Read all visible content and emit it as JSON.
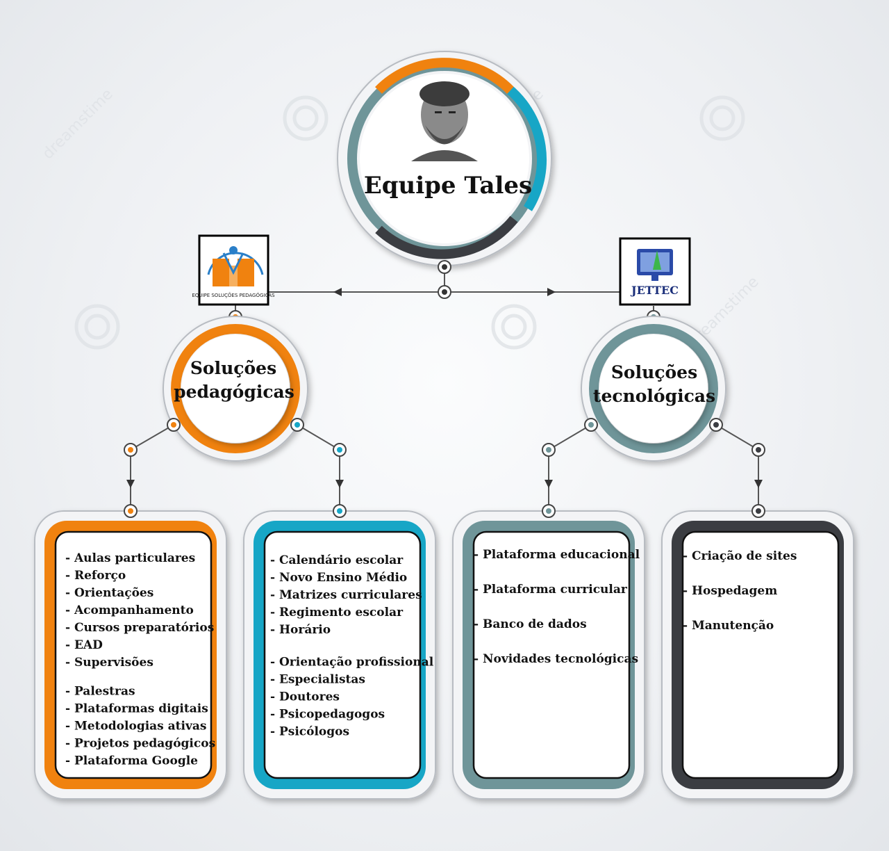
{
  "root": {
    "title": "Equipe Tales"
  },
  "logos": {
    "left": {
      "caption": "EQUIPE SOLUÇÕES PEDAGÓGICAS"
    },
    "right": {
      "caption": "JETTEC"
    }
  },
  "branches": [
    {
      "line1": "Soluções",
      "line2": "pedagógicas",
      "color": "#f0820f"
    },
    {
      "line1": "Soluções",
      "line2": "tecnológicas",
      "color": "#6f9599"
    }
  ],
  "boxes": [
    {
      "color": "#f0820f",
      "items": [
        "- Aulas particulares",
        "- Reforço",
        "- Orientações",
        "- Acompanhamento",
        "- Cursos preparatórios",
        "- EAD",
        "- Supervisões",
        "",
        "- Palestras",
        "- Plataformas digitais",
        "- Metodologias ativas",
        "- Projetos pedagógicos",
        "- Plataforma Google"
      ]
    },
    {
      "color": "#17a6c6",
      "items": [
        "- Calendário escolar",
        "- Novo Ensino Médio",
        "- Matrizes curriculares",
        "- Regimento escolar",
        "- Horário",
        "",
        "- Orientação profissional",
        "- Especialistas",
        "- Doutores",
        "- Psicopedagogos",
        "- Psicólogos"
      ]
    },
    {
      "color": "#6f9599",
      "items": [
        "- Plataforma educacional",
        "",
        "- Plataforma curricular",
        "",
        "- Banco de dados",
        "",
        "- Novidades tecnológicas"
      ]
    },
    {
      "color": "#3b3d42",
      "items": [
        "- Criação de sites",
        "",
        "- Hospedagem",
        "",
        "- Manutenção"
      ]
    }
  ],
  "watermark": {
    "text": "dreamstime"
  },
  "colors": {
    "orange": "#f0820f",
    "blue": "#17a6c6",
    "teal": "#6f9599",
    "dark": "#3b3d42"
  }
}
